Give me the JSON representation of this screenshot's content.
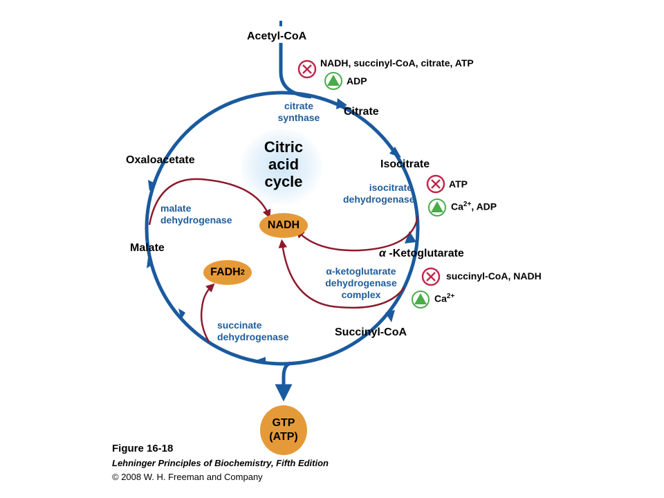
{
  "title": [
    "Citric",
    "acid",
    "cycle"
  ],
  "metabolites": {
    "acetyl_coa": "Acetyl-CoA",
    "citrate": "Citrate",
    "isocitrate": "Isocitrate",
    "alpha_ketoglutarate_symbol": "α",
    "alpha_ketoglutarate": "-Ketoglutarate",
    "succinyl_coa": "Succinyl-CoA",
    "malate": "Malate",
    "oxaloacetate": "Oxaloacetate"
  },
  "enzymes": {
    "citrate_synthase": [
      "citrate",
      "synthase"
    ],
    "isocitrate_dehydrogenase": [
      "isocitrate",
      "dehydrogenase"
    ],
    "akg_dehydrogenase": [
      "α-ketoglutarate",
      "dehydrogenase",
      "complex"
    ],
    "succinate_dehydrogenase": [
      "succinate",
      "dehydrogenase"
    ],
    "malate_dehydrogenase": [
      "malate",
      "dehydrogenase"
    ]
  },
  "products": {
    "nadh": "NADH",
    "fadh2_main": "FADH",
    "fadh2_sub": "2",
    "gtp": "GTP",
    "atp": "(ATP)"
  },
  "regulation": {
    "citrate_synthase_inhibitors": "NADH, succinyl-CoA, citrate, ATP",
    "citrate_synthase_activators": "ADP",
    "isocitrate_dh_inhibitors": "ATP",
    "isocitrate_dh_activators_ion": "Ca",
    "isocitrate_dh_activators_charge": "2+",
    "isocitrate_dh_activators_rest": ", ADP",
    "akg_dh_inhibitors": "succinyl-CoA, NADH",
    "akg_dh_activators_ion": "Ca",
    "akg_dh_activators_charge": "2+"
  },
  "caption": {
    "figure": "Figure 16-18",
    "book": "Lehninger Principles of Biochemistry, Fifth Edition",
    "copyright": "© 2008 W. H. Freeman and Company"
  },
  "colors": {
    "cycle_arrow": "#1a5a9e",
    "side_arrow": "#8b1a2b",
    "enzyme_text": "#1f5c99",
    "product_fill": "#e59a3a",
    "inhibitor": "#c0274a",
    "activator": "#4aab4a"
  },
  "icons": {
    "inhibitor": "circle-x-icon",
    "activator": "circle-triangle-icon"
  }
}
